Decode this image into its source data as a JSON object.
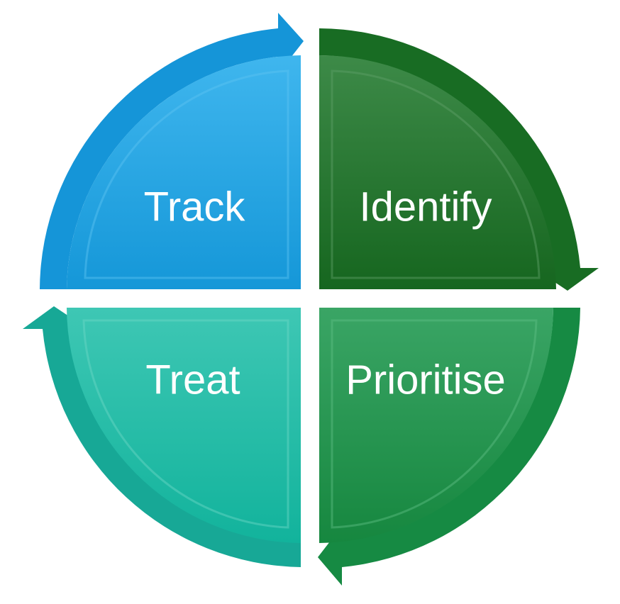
{
  "diagram": {
    "quadrants": [
      {
        "id": "track",
        "label": "Track",
        "color": "#1aa3e0",
        "ring_color": "#1395d6",
        "arrow": "clockwise-top"
      },
      {
        "id": "identify",
        "label": "Identify",
        "color": "#1c7a2a",
        "ring_color": "#186e24",
        "arrow": "clockwise-right"
      },
      {
        "id": "prioritise",
        "label": "Prioritise",
        "color": "#1e9a50",
        "ring_color": "#178a45",
        "arrow": "clockwise-bottom"
      },
      {
        "id": "treat",
        "label": "Treat",
        "color": "#1bbfa8",
        "ring_color": "#17ab98",
        "arrow": "clockwise-left"
      }
    ]
  }
}
